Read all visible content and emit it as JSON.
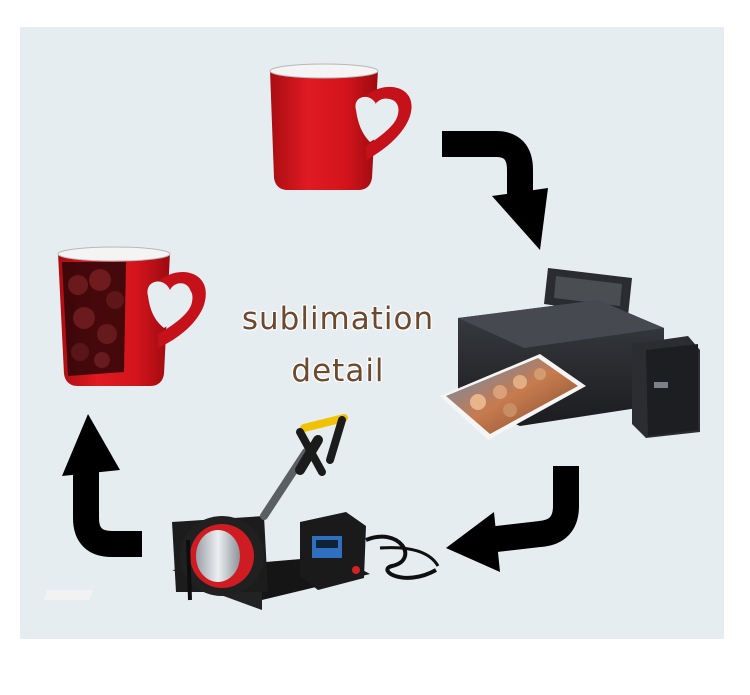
{
  "diagram": {
    "caption_line1": "sublimation",
    "caption_line2": "detail",
    "steps": [
      {
        "id": "blank-mug",
        "icon": "blank-red-heart-mug-icon"
      },
      {
        "id": "printer",
        "icon": "inkjet-printer-icon"
      },
      {
        "id": "heat-press",
        "icon": "mug-heat-press-icon"
      },
      {
        "id": "printed-mug",
        "icon": "printed-heart-mug-icon"
      }
    ],
    "flow": [
      "blank-mug",
      "printer",
      "heat-press",
      "printed-mug"
    ]
  },
  "colors": {
    "background": "#e6edf0",
    "mug_red": "#d3141b",
    "arrow": "#000000",
    "caption": "#6b4a2f",
    "press_yellow": "#f2c200"
  }
}
